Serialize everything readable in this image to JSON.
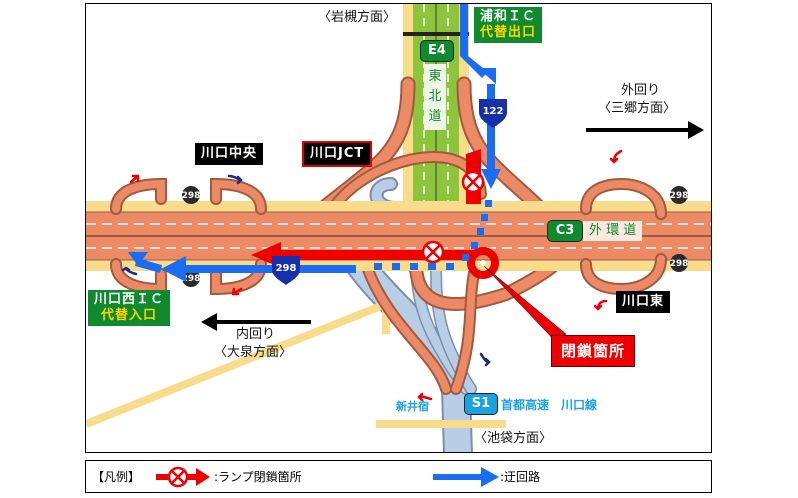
{
  "directions": {
    "north": "〈岩槻方面〉",
    "east_line1": "外回り",
    "east_line2": "〈三郷方面〉",
    "west_line1": "内回り",
    "west_line2": "〈大泉方面〉",
    "south": "〈池袋方面〉"
  },
  "interchanges": {
    "kawaguchi_chuo": "川口中央",
    "kawaguchi_jct": "川口JCT",
    "kawaguchi_higashi": "川口東",
    "arai_juku": "新井宿"
  },
  "alt_signs": {
    "urawa": {
      "line1": "浦和ＩＣ",
      "line2": "代替出口"
    },
    "kawaguchi_nishi": {
      "line1": "川口西ＩＣ",
      "line2": "代替入口"
    }
  },
  "routes": {
    "e4": {
      "code": "E4",
      "name_chars": [
        "東",
        "北",
        "道"
      ],
      "color": "#0f8a2f"
    },
    "c3": {
      "code": "C3",
      "name": "外 環 道",
      "color": "#0f8a2f"
    },
    "s1": {
      "code": "S1",
      "name": "首都高速　川口線",
      "color": "#1aa3e0"
    },
    "national_122": "122",
    "national_298": "298"
  },
  "closure_label": "閉鎖箇所",
  "legend": {
    "title": "【凡例】",
    "closure_item": ":ランプ閉鎖箇所",
    "detour_item": ":迂回路"
  },
  "colors": {
    "road": "#ec8a66",
    "shoulder": "#f8dc8c",
    "e4_lanes": "#8cc43c",
    "s1_ramps": "#b8cde6",
    "detour": "#1a6cf0",
    "closure": "#ee0000"
  }
}
